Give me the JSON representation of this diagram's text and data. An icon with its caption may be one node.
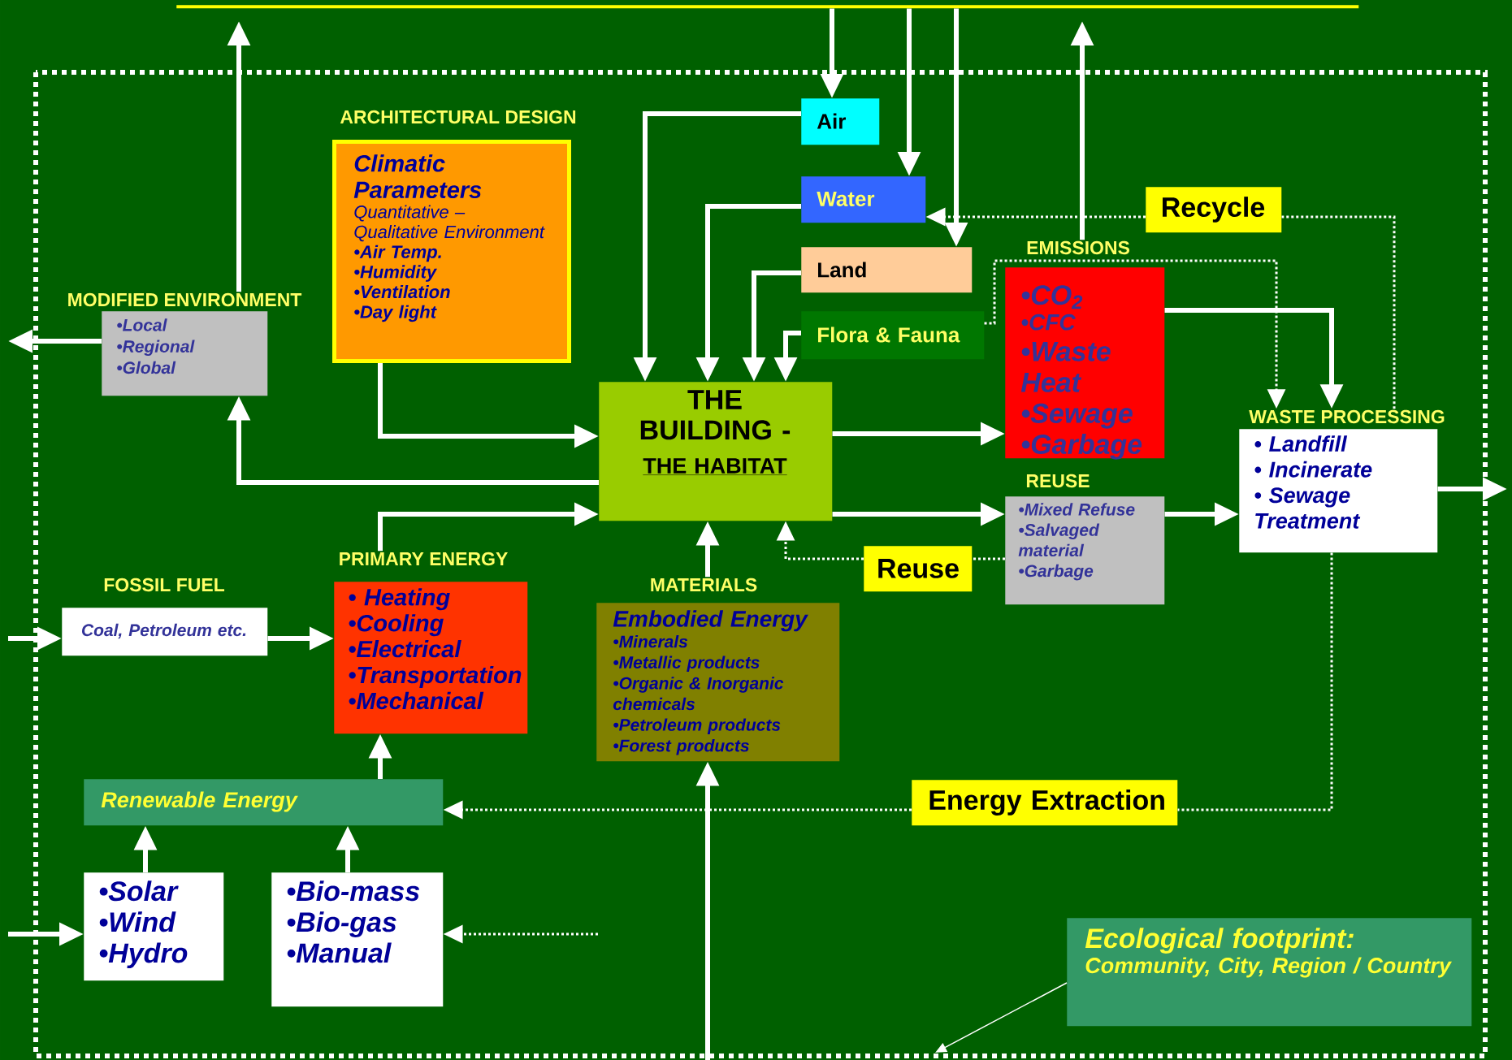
{
  "diagram": {
    "nodes": [
      {
        "text": [],
        "shape": "bar"
      },
      {
        "text": [
          "ARCHITECTURAL DESIGN",
          "Climatic Parameters",
          "Quantitative – Qualitative Environment",
          "•Air Temp.",
          "•Humidity",
          "•Ventilation",
          "•Day light"
        ]
      },
      {
        "text": [
          "Air"
        ]
      },
      {
        "text": [
          "Water"
        ]
      },
      {
        "text": [
          "Land"
        ]
      },
      {
        "text": [
          "Flora & Fauna"
        ]
      },
      {
        "text": [
          "MODIFIED ENVIRONMENT",
          "•Local",
          "•Regional",
          "•Global"
        ]
      },
      {
        "text": [
          "THE BUILDING -",
          "THE HABITAT"
        ]
      },
      {
        "text": [
          "EMISSIONS",
          "•CO$_{2}$",
          "•CFC",
          "•Waste Heat",
          "•Sewage",
          "•Garbage"
        ]
      },
      {
        "text": [
          "Recycle"
        ]
      },
      {
        "text": [
          "WASTE PROCESSING",
          "• Landfill",
          "• Incinerate",
          "• Sewage Treatment"
        ]
      },
      {
        "text": [
          "REUSE",
          "•Mixed Refuse",
          "•Salvaged material",
          "•Garbage"
        ]
      },
      {
        "text": [
          "Reuse"
        ]
      },
      {
        "text": [
          "FOSSIL FUEL",
          "Coal, Petroleum etc."
        ]
      },
      {
        "text": [
          "PRIMARY ENERGY",
          "• Heating",
          "•Cooling",
          "•Electrical",
          "•Transportation",
          "•Mechanical"
        ]
      },
      {
        "text": [
          "MATERIALS",
          "Embodied Energy",
          "•Minerals",
          "•Metallic products",
          "•Organic & Inorganic chemicals",
          "•Petroleum products",
          "•Forest products"
        ]
      },
      {
        "text": [
          "Renewable Energy"
        ]
      },
      {
        "text": [
          "Energy Extraction"
        ]
      },
      {
        "text": [
          "•Solar",
          "•Wind",
          "•Hydro"
        ]
      },
      {
        "text": [
          "•Bio-mass",
          "•Bio-gas",
          "•Manual"
        ]
      },
      {
        "text": [
          "Ecological footprint:",
          "Community, City, Region / Country"
        ]
      }
    ],
    "edges": [
      {
        "from": 0,
        "to": 2,
        "arrow": "to"
      },
      {
        "from": 0,
        "to": 3,
        "arrow": "to"
      },
      {
        "from": 0,
        "to": 4,
        "arrow": "to"
      },
      {
        "from": 2,
        "to": 7,
        "arrow": "to"
      },
      {
        "from": 3,
        "to": 7,
        "arrow": "to"
      },
      {
        "from": 4,
        "to": 7,
        "arrow": "to"
      },
      {
        "from": 5,
        "to": 7,
        "arrow": "to"
      },
      {
        "from": 1,
        "to": 7,
        "arrow": "to"
      },
      {
        "from": 7,
        "to": 6,
        "arrow": "to"
      },
      {
        "from": 6,
        "to": null,
        "arrow": "to"
      },
      {
        "from": 6,
        "to": null,
        "arrow": "to"
      },
      {
        "from": 7,
        "to": 8,
        "arrow": "to"
      },
      {
        "from": 7,
        "to": 11,
        "arrow": "to"
      },
      {
        "from": 14,
        "to": 7,
        "arrow": "to"
      },
      {
        "from": 15,
        "to": 7,
        "arrow": "to"
      },
      {
        "from": 8,
        "to": null,
        "arrow": "to"
      },
      {
        "from": 8,
        "to": 10,
        "arrow": "to"
      },
      {
        "from": 5,
        "to": 10,
        "arrow": "to",
        "style": "dashed"
      },
      {
        "from": 10,
        "to": 9,
        "arrow": "none",
        "style": "dashed"
      },
      {
        "from": 9,
        "to": 3,
        "arrow": "to",
        "style": "dashed"
      },
      {
        "from": 11,
        "to": 12,
        "arrow": "none",
        "style": "dashed"
      },
      {
        "from": 12,
        "to": 7,
        "arrow": "to",
        "style": "dashed"
      },
      {
        "from": 11,
        "to": 10,
        "arrow": "to"
      },
      {
        "from": 10,
        "to": null,
        "arrow": "to"
      },
      {
        "from": 10,
        "to": 17,
        "arrow": "none",
        "style": "dashed"
      },
      {
        "from": 17,
        "to": 16,
        "arrow": "to",
        "style": "dashed"
      },
      {
        "from": 13,
        "to": 14,
        "arrow": "to"
      },
      {
        "from": null,
        "to": 13,
        "arrow": "to"
      },
      {
        "from": 16,
        "to": 14,
        "arrow": "to"
      },
      {
        "from": 18,
        "to": 16,
        "arrow": "to"
      },
      {
        "from": 19,
        "to": 16,
        "arrow": "to"
      },
      {
        "from": null,
        "to": 18,
        "arrow": "to"
      },
      {
        "from": null,
        "to": 19,
        "arrow": "to",
        "style": "dashed"
      },
      {
        "from": null,
        "to": 15,
        "arrow": "to"
      },
      {
        "from": 20,
        "to": null,
        "arrow": "to"
      }
    ]
  }
}
